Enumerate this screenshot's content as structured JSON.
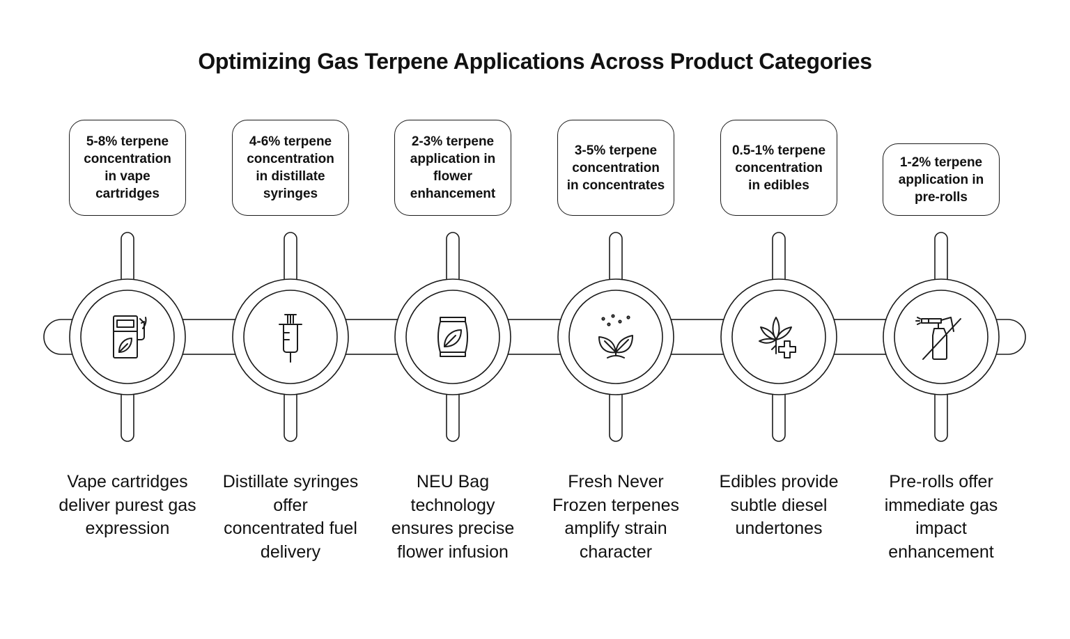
{
  "title": "Optimizing Gas Terpene Applications Across Product Categories",
  "colors": {
    "stroke": "#1a1a1a",
    "text": "#111111",
    "background": "#ffffff"
  },
  "stages": [
    {
      "note": "5-8% terpene concentration in vape cartridges",
      "description": "Vape cartridges deliver purest gas expression",
      "icon": "fuel-pump-leaf-icon"
    },
    {
      "note": "4-6% terpene concentration in distillate syringes",
      "description": "Distillate syringes offer concentrated fuel delivery",
      "icon": "syringe-icon"
    },
    {
      "note": "2-3% terpene application in flower enhancement",
      "description": "NEU Bag technology ensures precise flower infusion",
      "icon": "leaf-bag-icon"
    },
    {
      "note": "3-5% terpene concentration in concentrates",
      "description": "Fresh Never Frozen terpenes amplify strain character",
      "icon": "sprout-icon"
    },
    {
      "note": "0.5-1% terpene concentration in edibles",
      "description": "Edibles provide subtle diesel undertones",
      "icon": "cannabis-leaf-plus-icon"
    },
    {
      "note": "1-2% terpene application in pre-rolls",
      "description": "Pre-rolls offer immediate gas impact enhancement",
      "icon": "no-spray-icon"
    }
  ]
}
